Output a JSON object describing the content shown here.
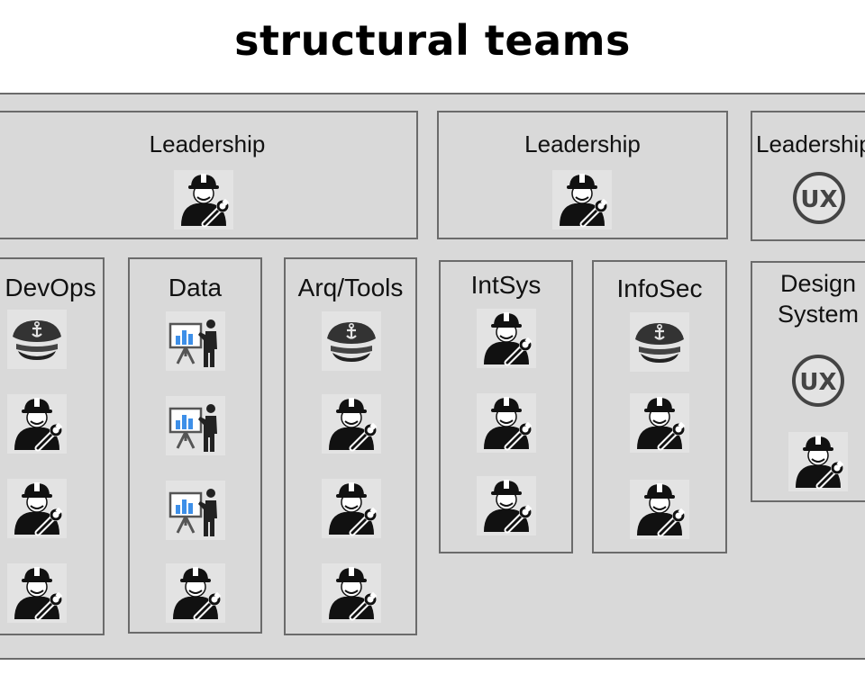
{
  "title": "structural teams",
  "groups": [
    {
      "leadership": {
        "label": "Leadership",
        "icon": "engineer-icon"
      },
      "teams": [
        {
          "label": "DevOps",
          "icons": [
            "captain-hat-icon",
            "engineer-icon",
            "engineer-icon",
            "engineer-icon"
          ]
        },
        {
          "label": "Data",
          "icons": [
            "presenter-chart-icon",
            "presenter-chart-icon",
            "presenter-chart-icon",
            "engineer-icon"
          ]
        },
        {
          "label": "Arq/Tools",
          "icons": [
            "captain-hat-icon",
            "engineer-icon",
            "engineer-icon",
            "engineer-icon"
          ]
        }
      ]
    },
    {
      "leadership": {
        "label": "Leadership",
        "icon": "engineer-icon"
      },
      "teams": [
        {
          "label": "IntSys",
          "icons": [
            "engineer-icon",
            "engineer-icon",
            "engineer-icon"
          ]
        },
        {
          "label": "InfoSec",
          "icons": [
            "captain-hat-icon",
            "engineer-icon",
            "engineer-icon"
          ]
        }
      ]
    },
    {
      "leadership": {
        "label": "Leadership",
        "icon": "ux-badge-icon"
      },
      "teams": [
        {
          "label": "Design System",
          "label_lines": [
            "Design",
            "System"
          ],
          "icons": [
            "ux-badge-icon",
            "engineer-icon"
          ]
        }
      ]
    }
  ],
  "colors": {
    "panel": "#d9d9d9",
    "border": "#6b6b6b",
    "icon_dark": "#111111",
    "chart_blue": "#3d8fe8"
  }
}
